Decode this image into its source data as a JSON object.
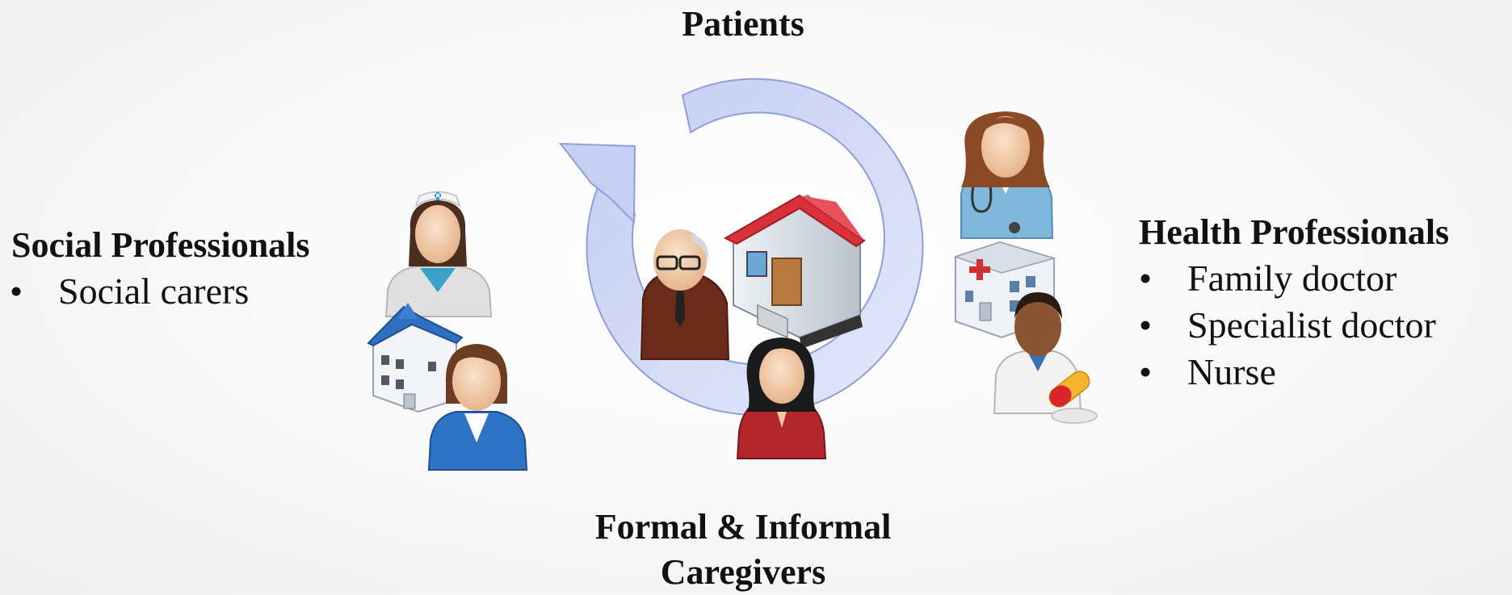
{
  "top_label": "Patients",
  "bottom_label_line1": "Formal & Informal",
  "bottom_label_line2": "Caregivers",
  "left": {
    "title": "Social Professionals",
    "items": [
      "Social carers"
    ]
  },
  "right": {
    "title": "Health Professionals",
    "items": [
      "Family doctor",
      "Specialist doctor",
      "Nurse"
    ]
  },
  "bullet_char": "•",
  "colors": {
    "arrow_fill": "#cdd6f5",
    "arrow_stroke": "#8f9fd9",
    "roof": "#d9313a",
    "suit_red": "#b3262c",
    "suit_blue": "#2f73c7",
    "scrubs": "#7fb8dc",
    "skin": "#f2c9a2",
    "dark_skin": "#8a5532"
  },
  "icons": [
    "elderly-man-icon",
    "house-icon",
    "woman-caregiver-icon",
    "nurse-icon",
    "social-building-icon",
    "businesswoman-icon",
    "female-doctor-icon",
    "hospital-icon",
    "male-doctor-icon"
  ]
}
